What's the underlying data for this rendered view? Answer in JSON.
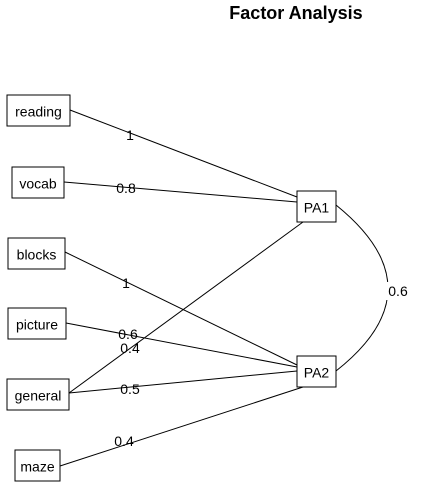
{
  "title": "Factor Analysis",
  "factors": [
    "PA1",
    "PA2"
  ],
  "variables": [
    "reading",
    "vocab",
    "blocks",
    "picture",
    "general",
    "maze"
  ],
  "loadings": [
    {
      "from": "PA1",
      "to": "reading",
      "value": "1"
    },
    {
      "from": "PA1",
      "to": "vocab",
      "value": "0.8"
    },
    {
      "from": "PA1",
      "to": "general",
      "value": "0.4"
    },
    {
      "from": "PA2",
      "to": "blocks",
      "value": "1"
    },
    {
      "from": "PA2",
      "to": "picture",
      "value": "0.6"
    },
    {
      "from": "PA2",
      "to": "general",
      "value": "0.5"
    },
    {
      "from": "PA2",
      "to": "maze",
      "value": "0.4"
    }
  ],
  "factor_correlation": {
    "between": [
      "PA1",
      "PA2"
    ],
    "value": "0.6"
  },
  "colors": {
    "line": "#000000",
    "background": "#ffffff",
    "text": "#000000"
  }
}
